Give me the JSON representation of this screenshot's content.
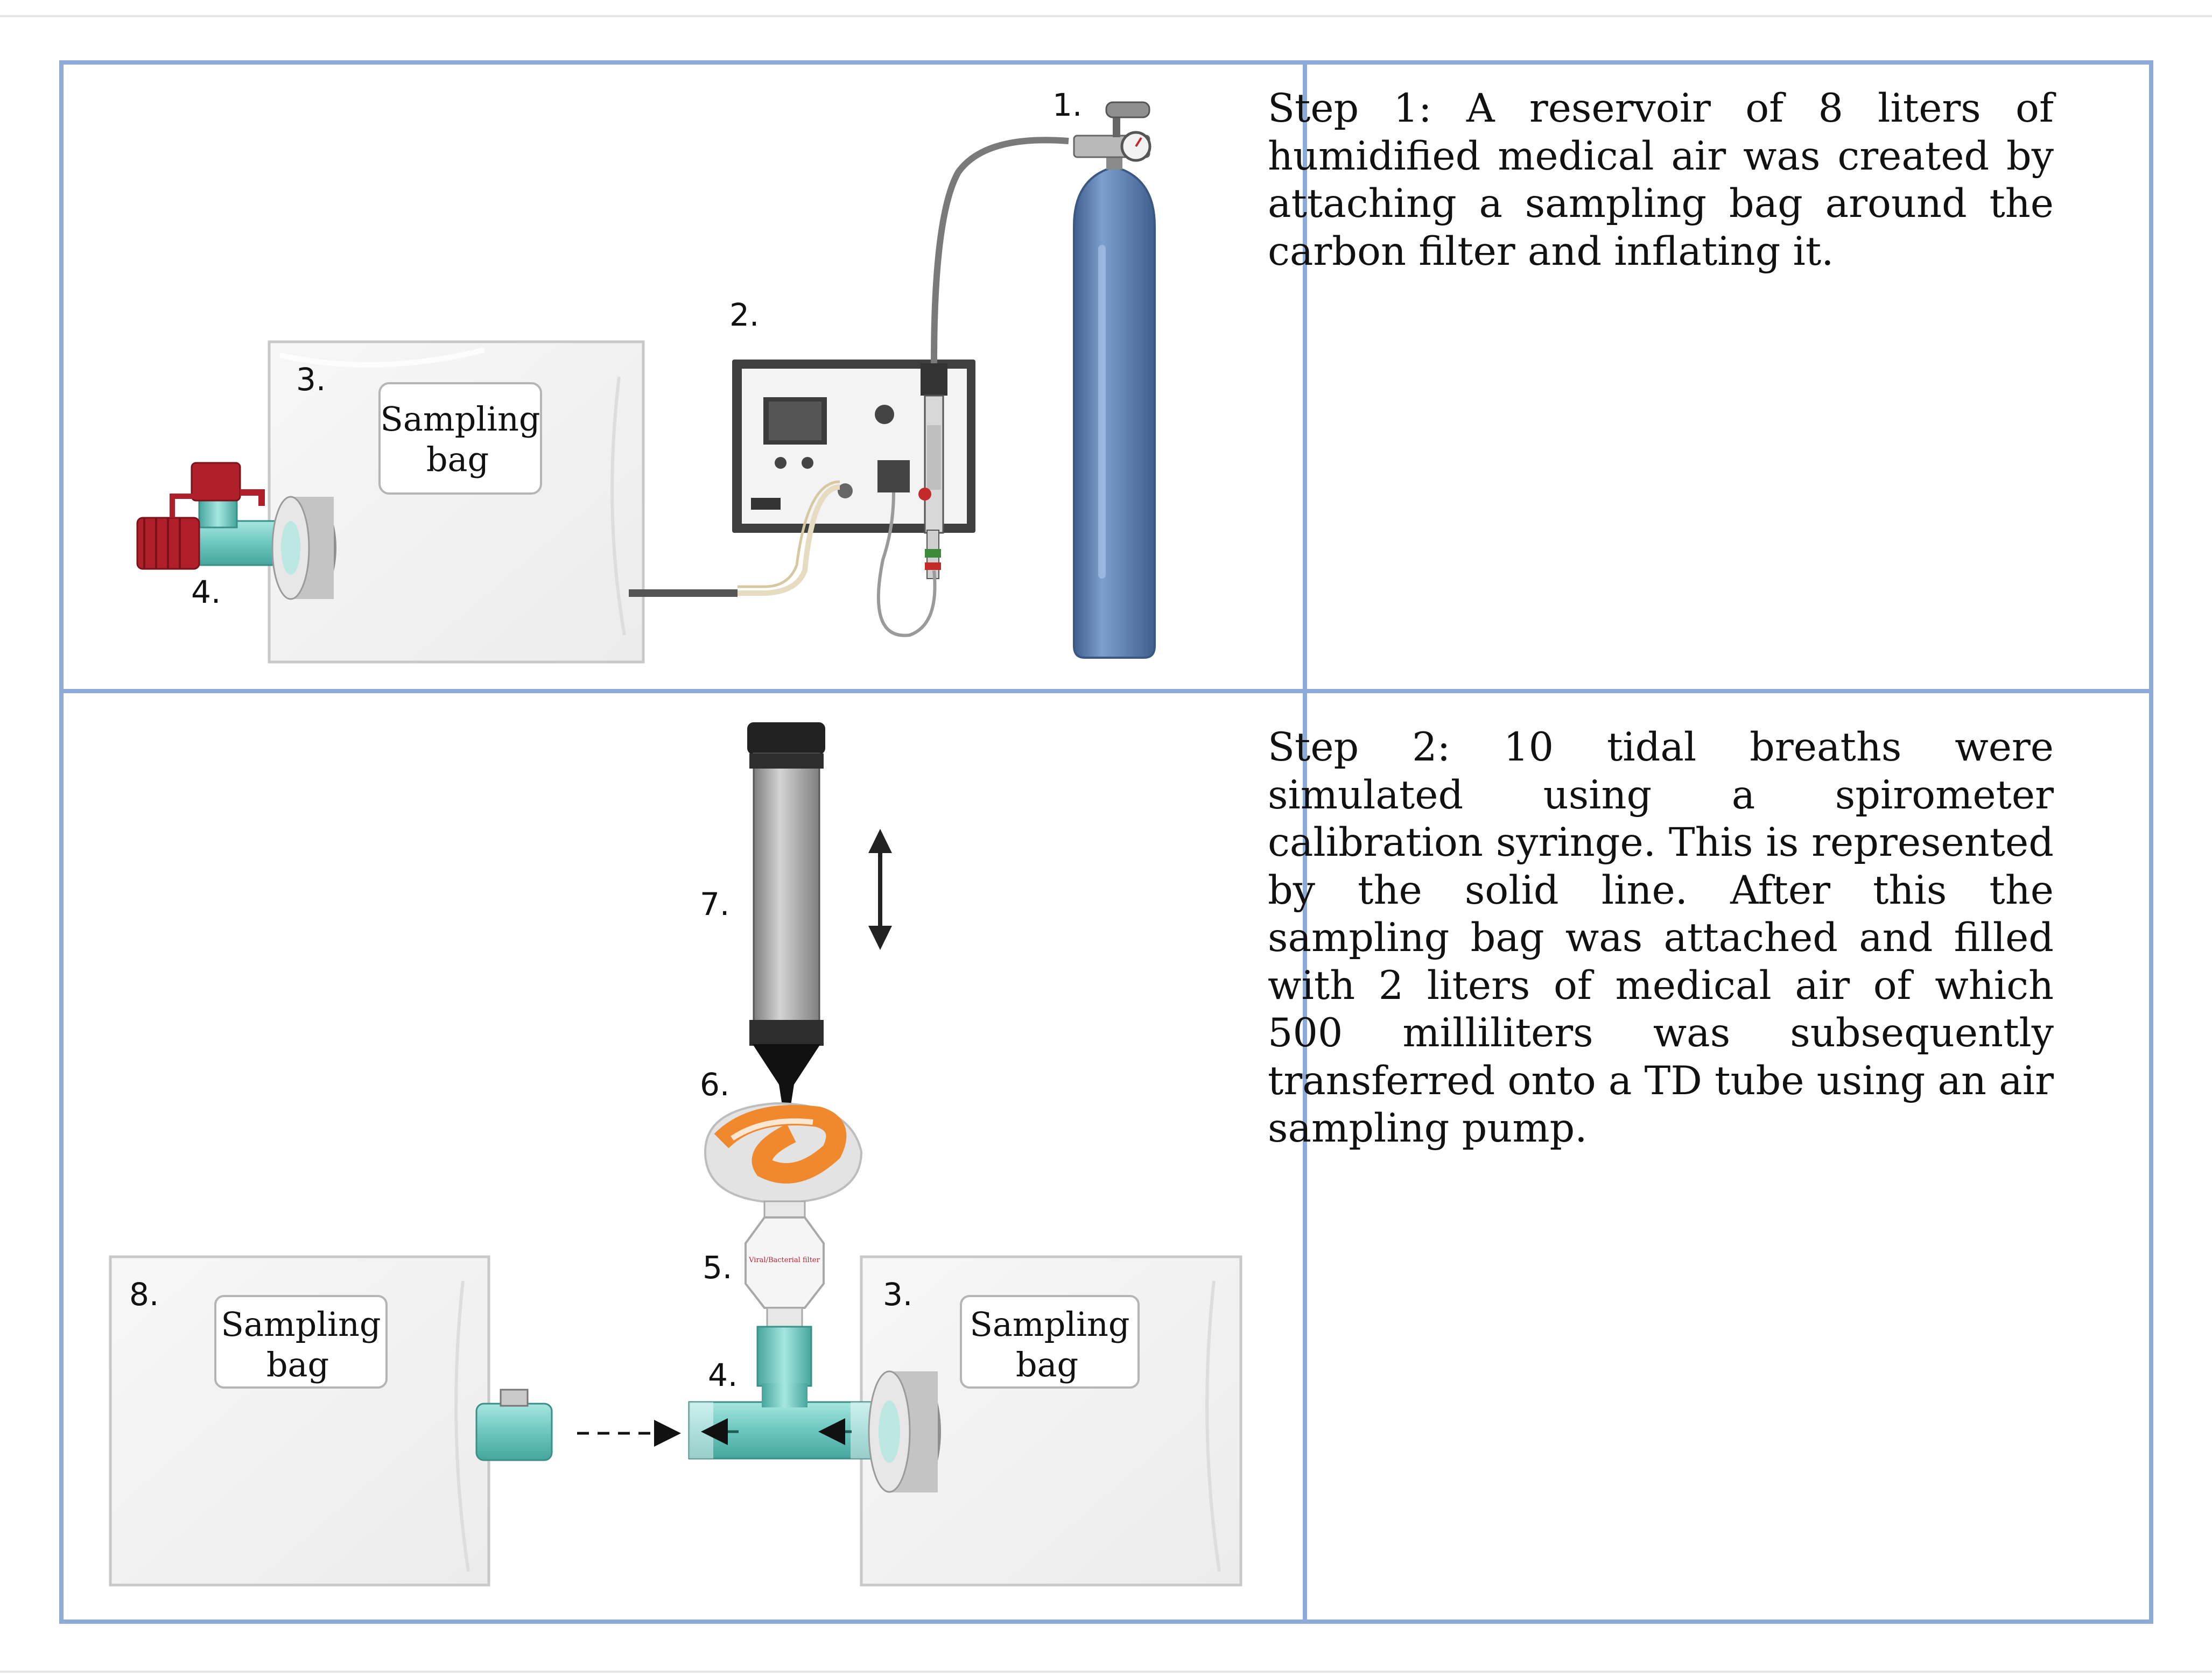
{
  "step1": {
    "description": "Step 1: A reservoir of 8 liters of humidified medical air was created by attaching a sampling bag around the carbon filter and inflating it.",
    "labels": {
      "cylinder": "1.",
      "humidifier": "2.",
      "bag": "3.",
      "connector": "4."
    },
    "bag_text": [
      "Sampling",
      "bag"
    ]
  },
  "step2": {
    "description": "Step 2: 10 tidal breaths were simulated using a spirometer calibration syringe. This is represented by the solid line. After this the sampling bag was attached and filled with 2 liters of medical air of which 500 milliliters was subsequently transferred onto a TD tube using an air sampling pump.",
    "labels": {
      "syringe": "7.",
      "mask": "6.",
      "filter": "5.",
      "tpiece": "4.",
      "bag_right": "3.",
      "bag_left": "8."
    },
    "bag_left_text": [
      "Sampling",
      "bag"
    ],
    "bag_right_text": [
      "Sampling",
      "bag"
    ],
    "filter_text": "Viral/Bacterial filter"
  },
  "colors": {
    "border": "#8eaad6",
    "cylinder": "#5b7fb0",
    "teal": "#7fd2cc",
    "red_cap": "#b0202a",
    "syringe": "#a8a8a8",
    "mask_orange": "#f0892e"
  }
}
